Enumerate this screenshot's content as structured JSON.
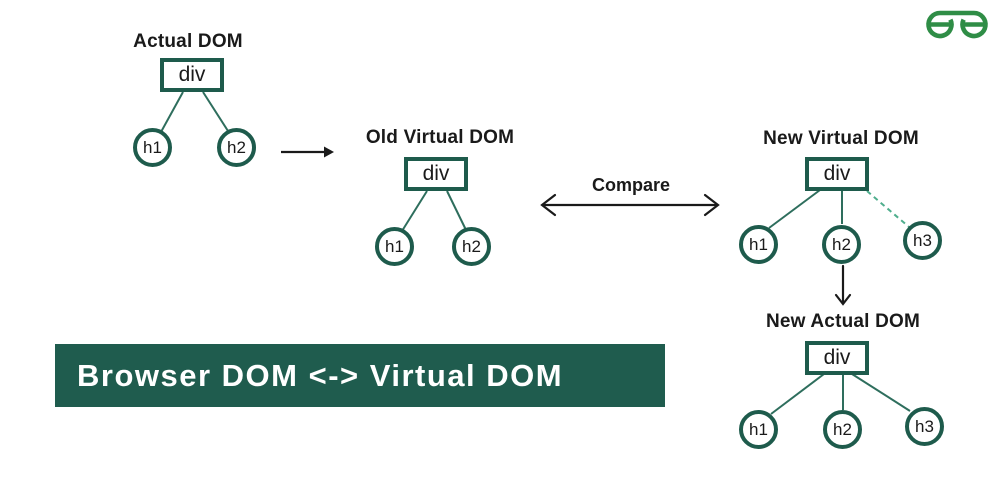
{
  "logo": {
    "name": "geeksforgeeks-logo",
    "color": "#2f8d46"
  },
  "trees": [
    {
      "title": "Actual DOM",
      "root": "div",
      "children": [
        "h1",
        "h2"
      ]
    },
    {
      "title": "Old Virtual DOM",
      "root": "div",
      "children": [
        "h1",
        "h2"
      ]
    },
    {
      "title": "New Virtual DOM",
      "root": "div",
      "children": [
        "h1",
        "h2",
        "h3"
      ]
    },
    {
      "title": "New Actual DOM",
      "root": "div",
      "children": [
        "h1",
        "h2",
        "h3"
      ]
    }
  ],
  "compare_label": "Compare",
  "banner": {
    "text": "Browser DOM <-> Virtual DOM",
    "bg": "#1f5c4e",
    "text_color": "#ffffff"
  },
  "colors": {
    "node_stroke": "#1e5b4c",
    "connector": "#2e6e5d",
    "dashed_connector": "#4fae8d",
    "arrow": "#1a1a1a",
    "banner_bg": "#1f5c4e"
  }
}
